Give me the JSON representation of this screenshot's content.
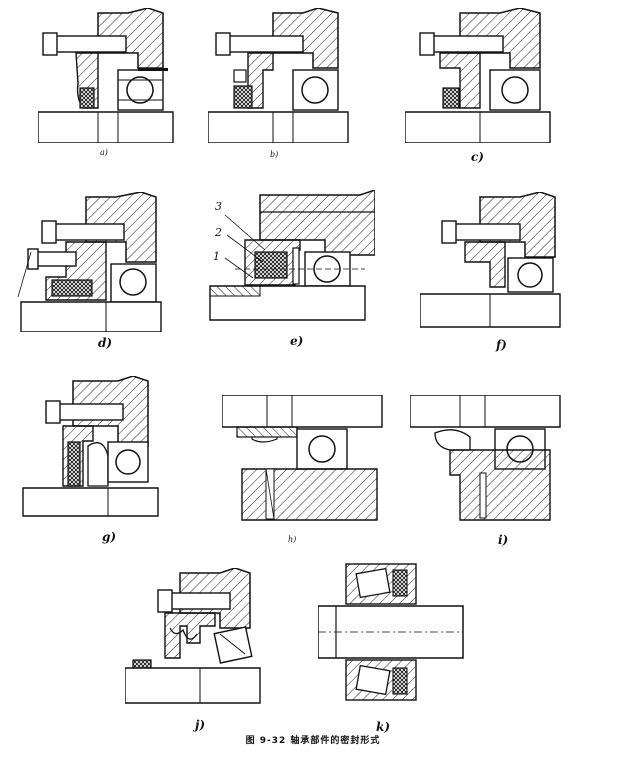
{
  "figure": {
    "caption": "图 9-32 轴承部件的密封形式"
  },
  "panels": [
    {
      "id": "a",
      "label": "a)"
    },
    {
      "id": "b",
      "label": "b)"
    },
    {
      "id": "c",
      "label": "c)"
    },
    {
      "id": "d",
      "label": "d)"
    },
    {
      "id": "e",
      "label": "e)",
      "part_numbers": [
        "3",
        "2",
        "1"
      ]
    },
    {
      "id": "f",
      "label": "f)"
    },
    {
      "id": "g",
      "label": "g)"
    },
    {
      "id": "h",
      "label": "h)"
    },
    {
      "id": "i",
      "label": "i)"
    },
    {
      "id": "j",
      "label": "j)"
    },
    {
      "id": "k",
      "label": "k)"
    }
  ],
  "colors": {
    "ink": "#111111",
    "paper": "#ffffff",
    "seal_fill": "#2a2a2a"
  }
}
